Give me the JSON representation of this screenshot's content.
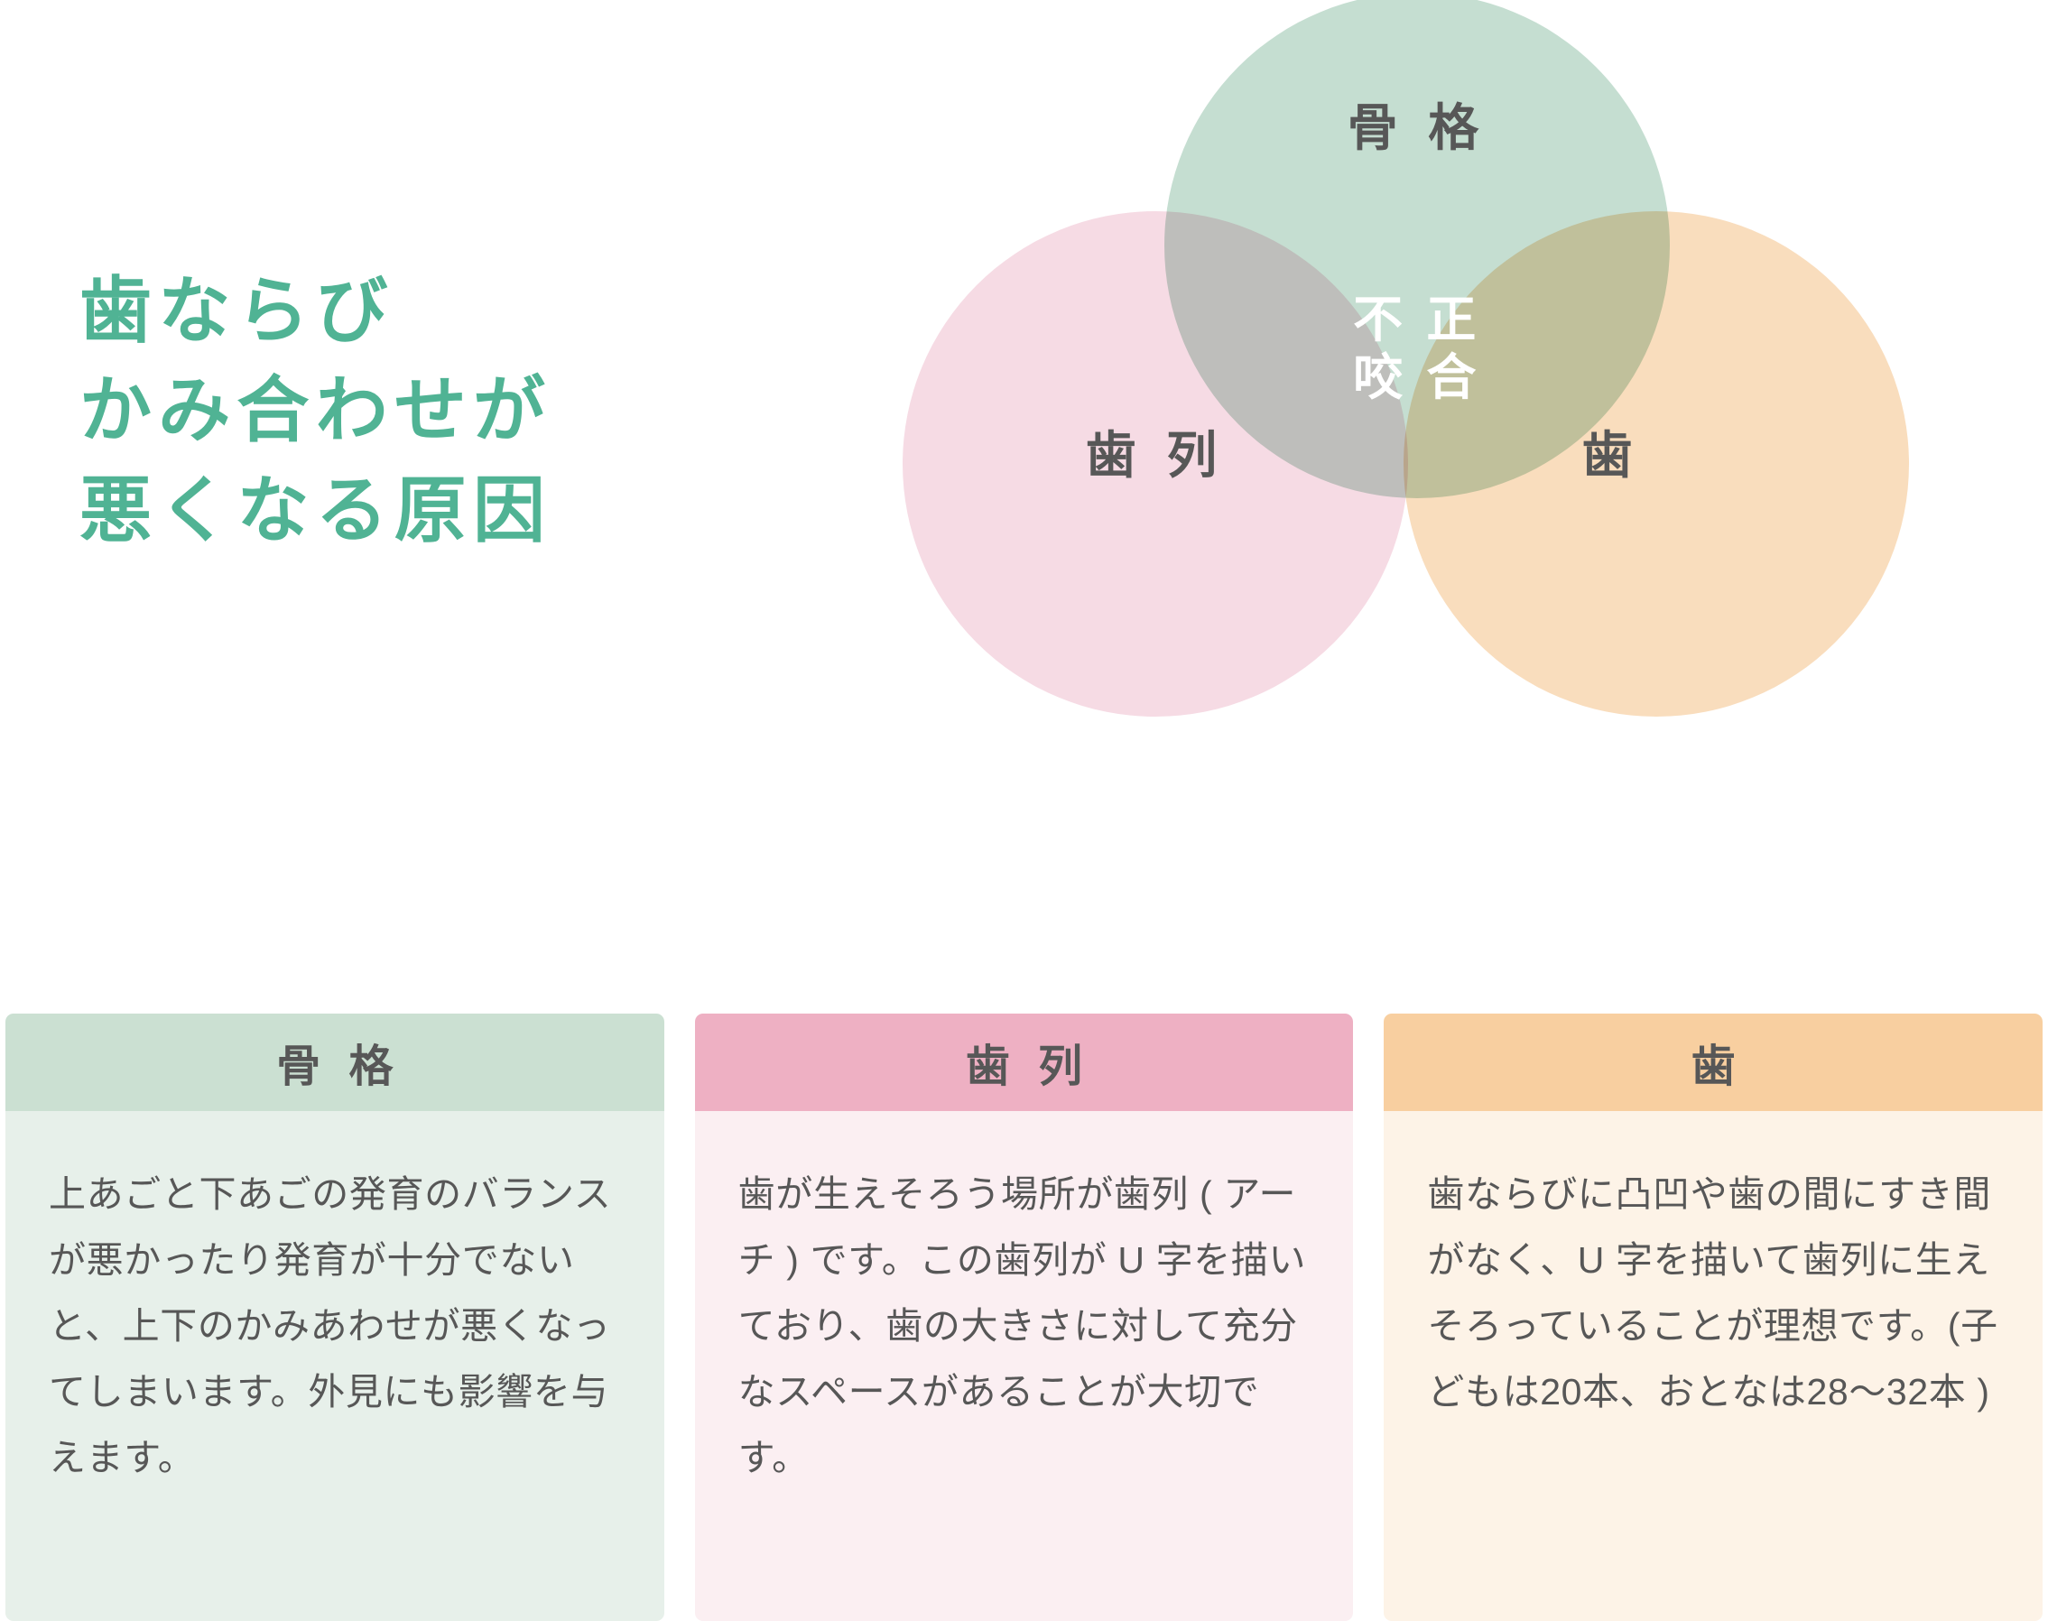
{
  "headline": {
    "lines": [
      "歯ならび",
      "かみ合わせが",
      "悪くなる原因"
    ],
    "color": "#50b394"
  },
  "venn": {
    "labels": {
      "skeletal": "骨 格",
      "arch": "歯 列",
      "teeth": "歯",
      "center_line1": "不 正",
      "center_line2": "咬 合"
    },
    "colors": {
      "skeletal_circle": "#c5ded1",
      "arch_circle": "#f6dbe4",
      "teeth_circle": "#f9ddbd",
      "label_text": "#575757",
      "center_text": "#ffffff"
    }
  },
  "cards": [
    {
      "id": "skeletal",
      "title": "骨 格",
      "body": "上あごと下あごの発育のバランスが悪かったり発育が十分でないと、上下のかみあわせが悪くなってしまいます。外見にも影響を与えます。",
      "header_color": "#cbe0d2",
      "body_color": "#e7f0ea"
    },
    {
      "id": "arch",
      "title": "歯 列",
      "body": "歯が生えそろう場所が歯列 ( アーチ ) です。この歯列が U 字を描いており、歯の大きさに対して充分なスペースがあることが大切です。",
      "header_color": "#eeb0c3",
      "body_color": "#fbeff2"
    },
    {
      "id": "teeth",
      "title": "歯",
      "body": "歯ならびに凸凹や歯の間にすき間がなく、U 字を描いて歯列に生えそろっていることが理想です。(子どもは20本、おとなは28〜32本 )",
      "header_color": "#f8cfa0",
      "body_color": "#fdf3e7"
    }
  ]
}
